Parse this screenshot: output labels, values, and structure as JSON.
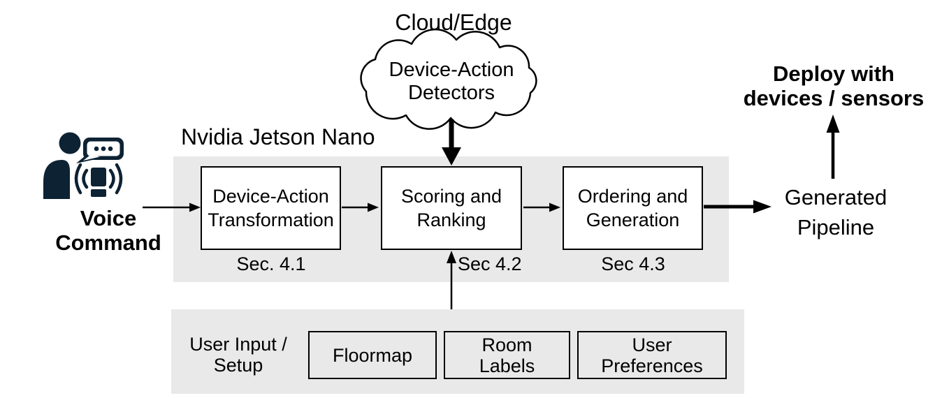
{
  "figure": {
    "cloud": {
      "title": "Cloud/Edge",
      "lines": [
        "Device-Action",
        "Detectors"
      ]
    },
    "voice": {
      "lines": [
        "Voice",
        "Command"
      ],
      "icon": "person-speech-bubble-smart-speaker"
    },
    "jetson": {
      "title": "Nvidia Jetson Nano",
      "stages": [
        {
          "lines": [
            "Device-Action",
            "Transformation"
          ],
          "sec": "Sec. 4.1"
        },
        {
          "lines": [
            "Scoring and",
            "Ranking"
          ],
          "sec": "Sec 4.2"
        },
        {
          "lines": [
            "Ordering and",
            "Generation"
          ],
          "sec": "Sec 4.3"
        }
      ]
    },
    "generated": {
      "lines": [
        "Generated",
        "Pipeline"
      ]
    },
    "deploy": {
      "lines": [
        "Deploy with",
        "devices / sensors"
      ]
    },
    "setup": {
      "label_lines": [
        "User Input /",
        "Setup"
      ],
      "items": [
        {
          "lines": [
            "Floormap",
            ""
          ]
        },
        {
          "lines": [
            "Room",
            "Labels"
          ]
        },
        {
          "lines": [
            "User",
            "Preferences"
          ]
        }
      ]
    },
    "colors": {
      "panel_gray": "#e9e9e9",
      "icon_navy": "#0d2233",
      "ink": "#000000"
    }
  }
}
